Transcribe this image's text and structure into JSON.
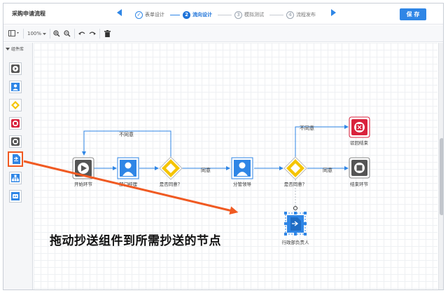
{
  "app": {
    "title": "采购申请流程"
  },
  "steps": [
    {
      "num": "✓",
      "label": "表单设计",
      "state": "done"
    },
    {
      "num": "2",
      "label": "流向设计",
      "state": "active"
    },
    {
      "num": "3",
      "label": "模拟测试",
      "state": "todo"
    },
    {
      "num": "4",
      "label": "流程发布",
      "state": "todo"
    }
  ],
  "header": {
    "save_label": "保 存"
  },
  "toolbar": {
    "zoom": "100%"
  },
  "sidebar": {
    "title": "组件库"
  },
  "flow": {
    "start": "开始环节",
    "dept_manager": "部门经理",
    "gateway1": "是否同意？",
    "division_lead": "分管领导",
    "gateway2": "是否同意？",
    "reject_end": "驳回结束",
    "end": "结束环节",
    "cc_node": "行政部负责人",
    "edge_disagree1": "不同意",
    "edge_agree1": "同意",
    "edge_disagree2": "不同意",
    "edge_agree2": "同意"
  },
  "instruction": "拖动抄送组件到所需抄送的节点",
  "colors": {
    "accent": "#2f86e6",
    "highlight": "#f05a22",
    "gateway": "#f5c400",
    "reject": "#d9223c"
  }
}
